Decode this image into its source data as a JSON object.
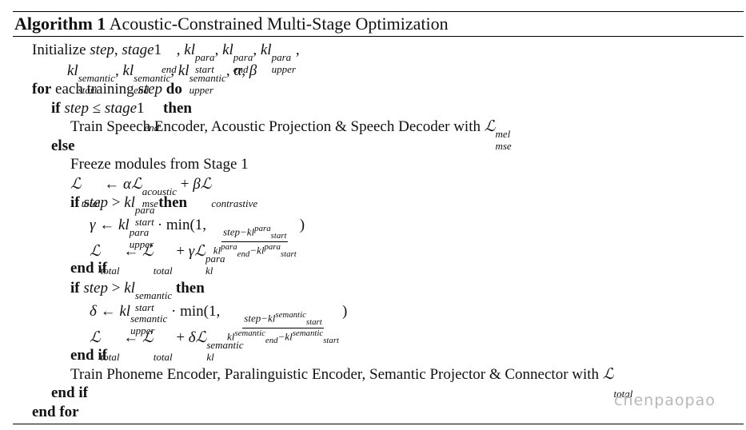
{
  "algorithm": {
    "label": "Algorithm 1",
    "title": "Acoustic-Constrained Multi-Stage Optimization"
  },
  "lines": {
    "init_word": "Initialize",
    "for_kw": "for",
    "for_text": "each training",
    "do_kw": "do",
    "if_kw": "if",
    "then_kw": "then",
    "else_kw": "else",
    "end_if_kw": "end if",
    "end_for_kw": "end for",
    "train_speech": "Train Speech Encoder, Acoustic Projection & Speech Decoder with",
    "freeze": "Freeze modules from Stage 1",
    "train_phoneme": "Train Phoneme Encoder, Paralinguistic Encoder, Semantic Projector & Connector with",
    "min_text": "min(1,"
  },
  "watermark": "chenpaopao"
}
